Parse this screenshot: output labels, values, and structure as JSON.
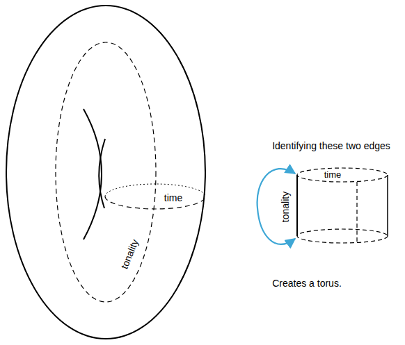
{
  "diagram": {
    "labels": [
      "time",
      "tonality",
      "Identifying these two edges",
      "time",
      "tonality",
      "Creates a torus."
    ]
  }
}
